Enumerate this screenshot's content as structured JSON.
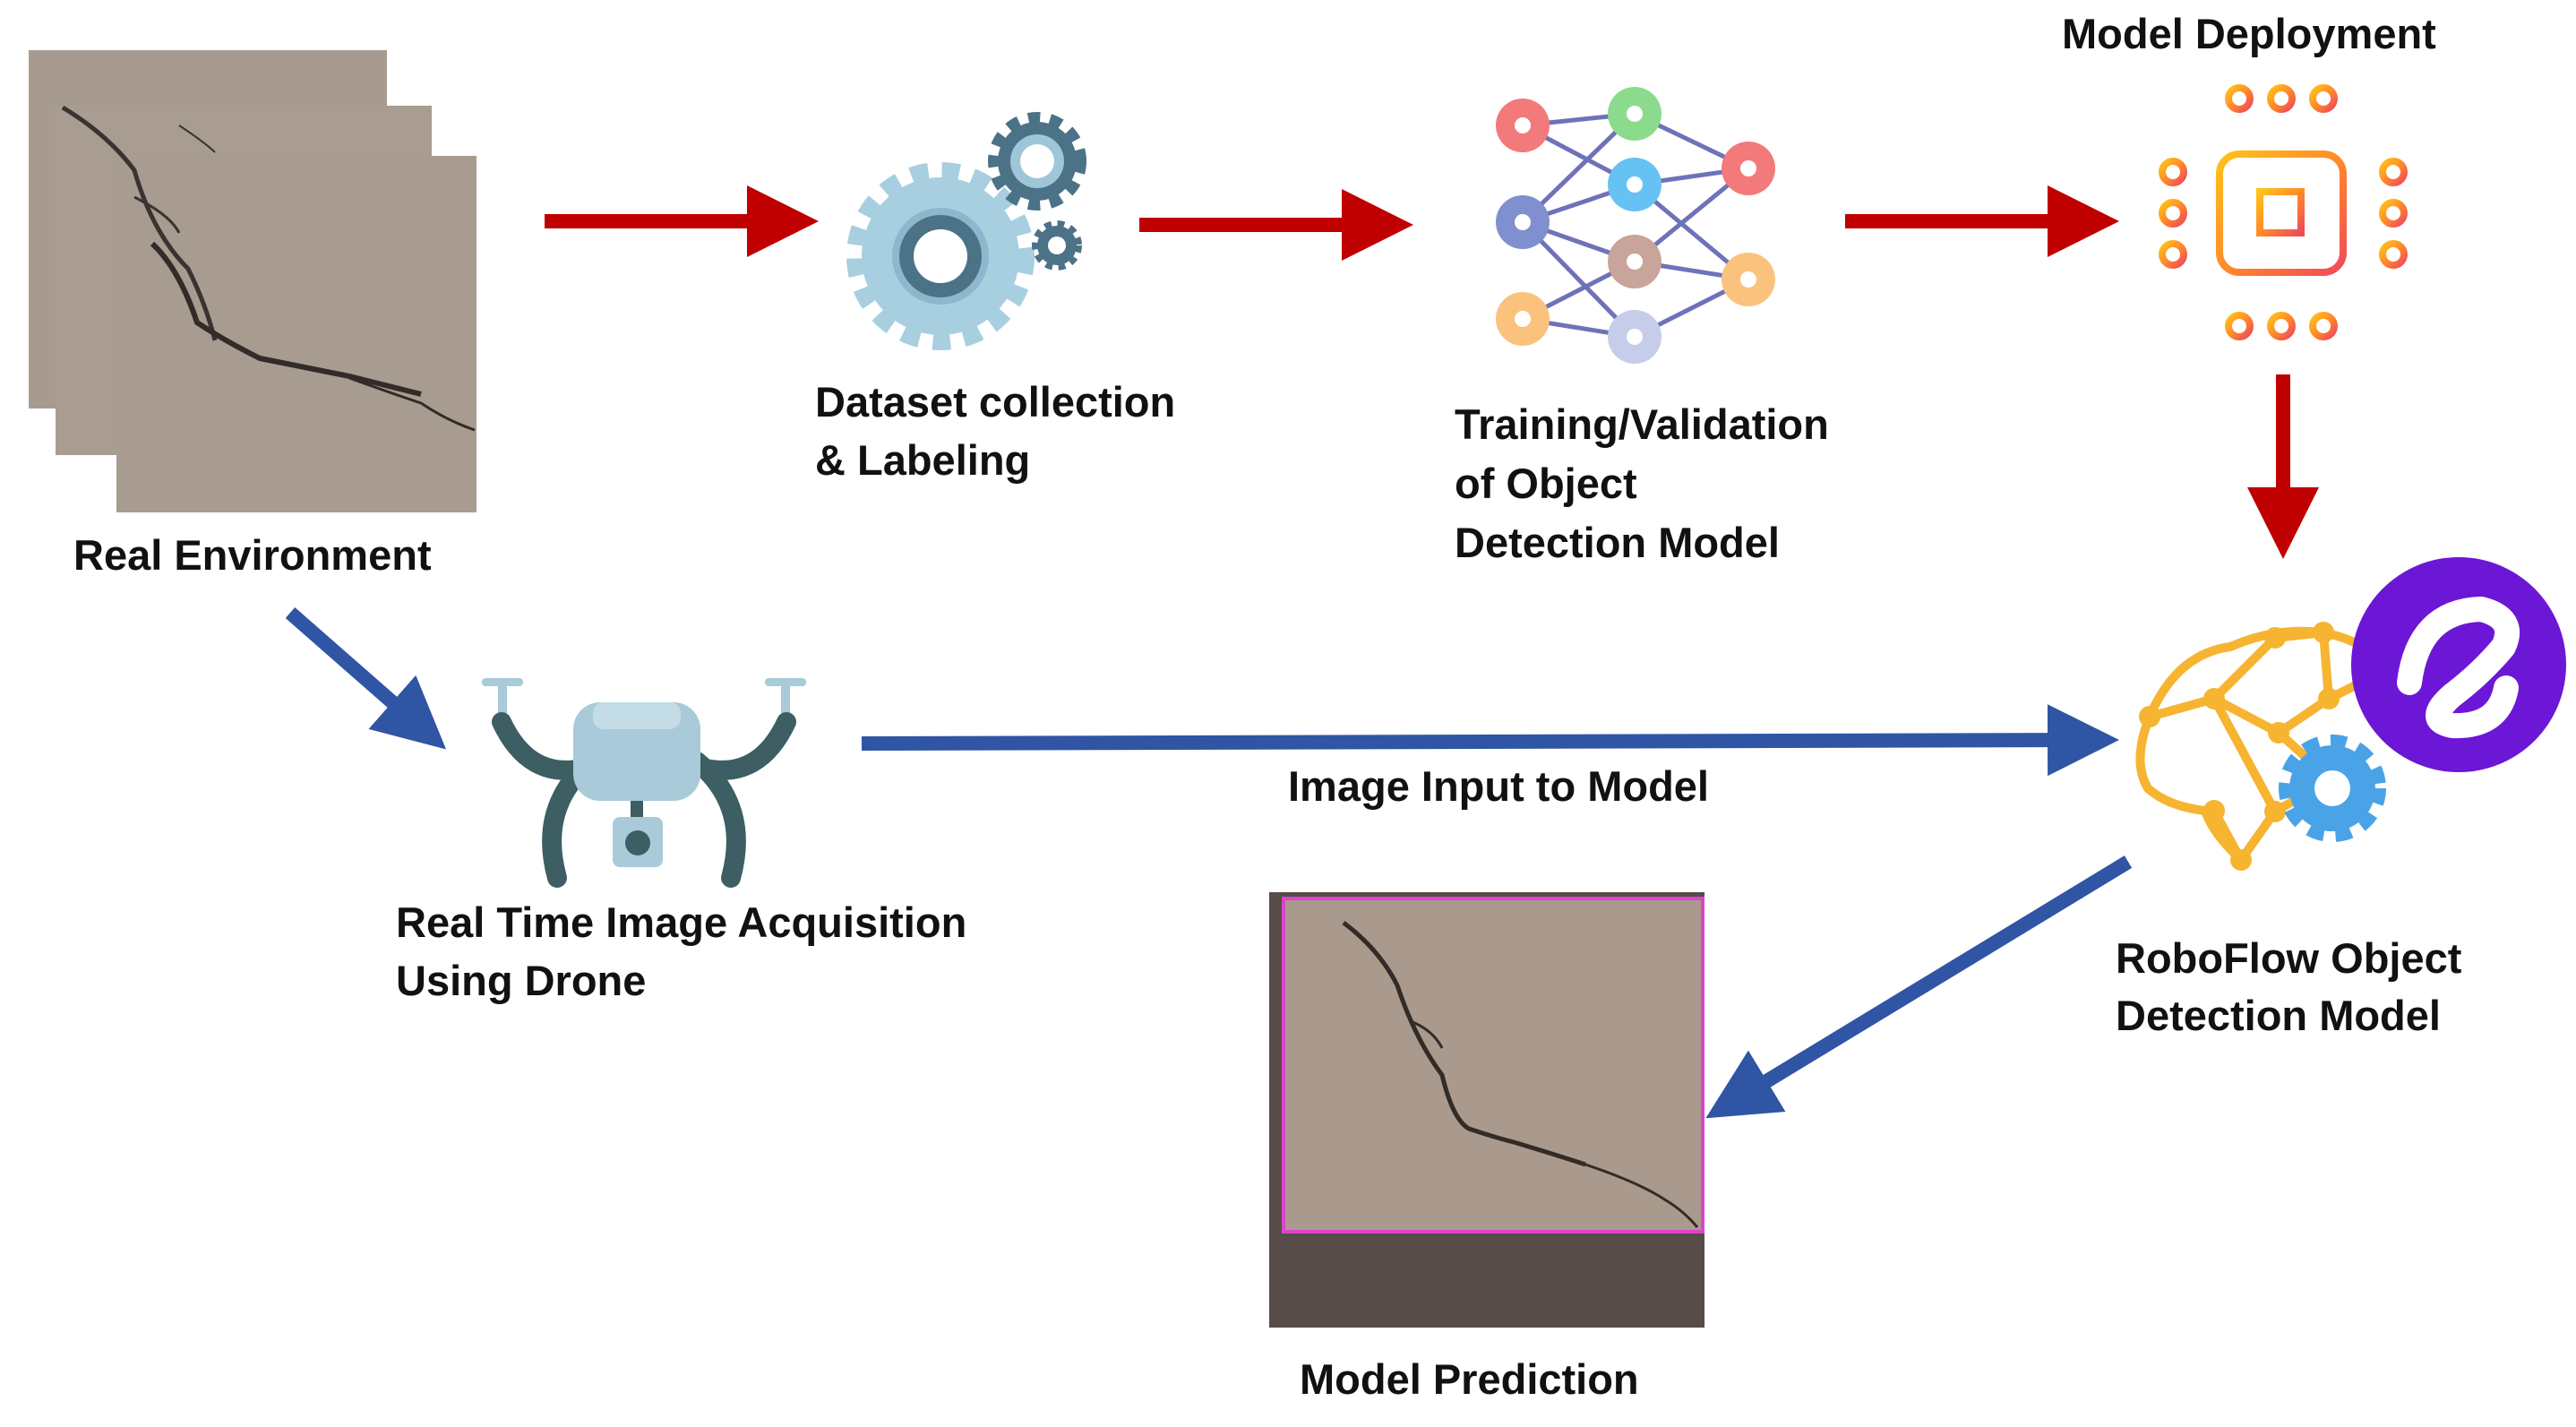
{
  "nodes": {
    "real_environment": {
      "label": "Real Environment"
    },
    "dataset": {
      "line1": "Dataset collection",
      "line2": "& Labeling"
    },
    "training": {
      "line1": "Training/Validation",
      "line2": "of Object",
      "line3": "Detection Model"
    },
    "deployment": {
      "label": "Model Deployment"
    },
    "drone": {
      "line1": "Real Time Image Acquisition",
      "line2": "Using Drone"
    },
    "edge_image_input": {
      "label": "Image Input to Model"
    },
    "roboflow": {
      "line1": "RoboFlow Object",
      "line2": "Detection Model"
    },
    "prediction": {
      "label": "Model Prediction"
    }
  },
  "colors": {
    "arrow_red": "#c00000",
    "arrow_blue": "#2f55a4",
    "concrete": "#a79b90",
    "roboflow_purple": "#6c16d6",
    "brain_orange": "#f6b431",
    "gear_blue": "#4aa3e6",
    "drone_body": "#a9cad8",
    "drone_arms": "#3d5f63",
    "prediction_box": "#e042d0",
    "prediction_bar": "#574c47"
  }
}
